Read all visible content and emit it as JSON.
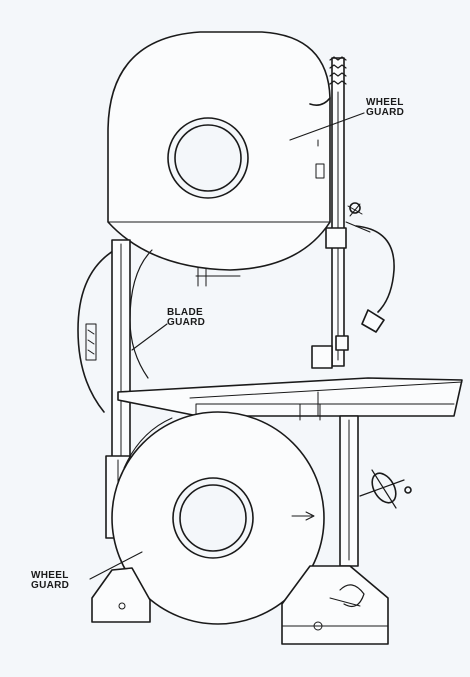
{
  "labels": {
    "wheel_guard_top": [
      "WHEEL",
      "GUARD"
    ],
    "blade_guard": [
      "BLADE",
      "GUARD"
    ],
    "wheel_guard_bottom": [
      "WHEEL",
      "GUARD"
    ]
  },
  "colors": {
    "ink": "#1a1a1a",
    "paper": "#f4f7fa"
  }
}
